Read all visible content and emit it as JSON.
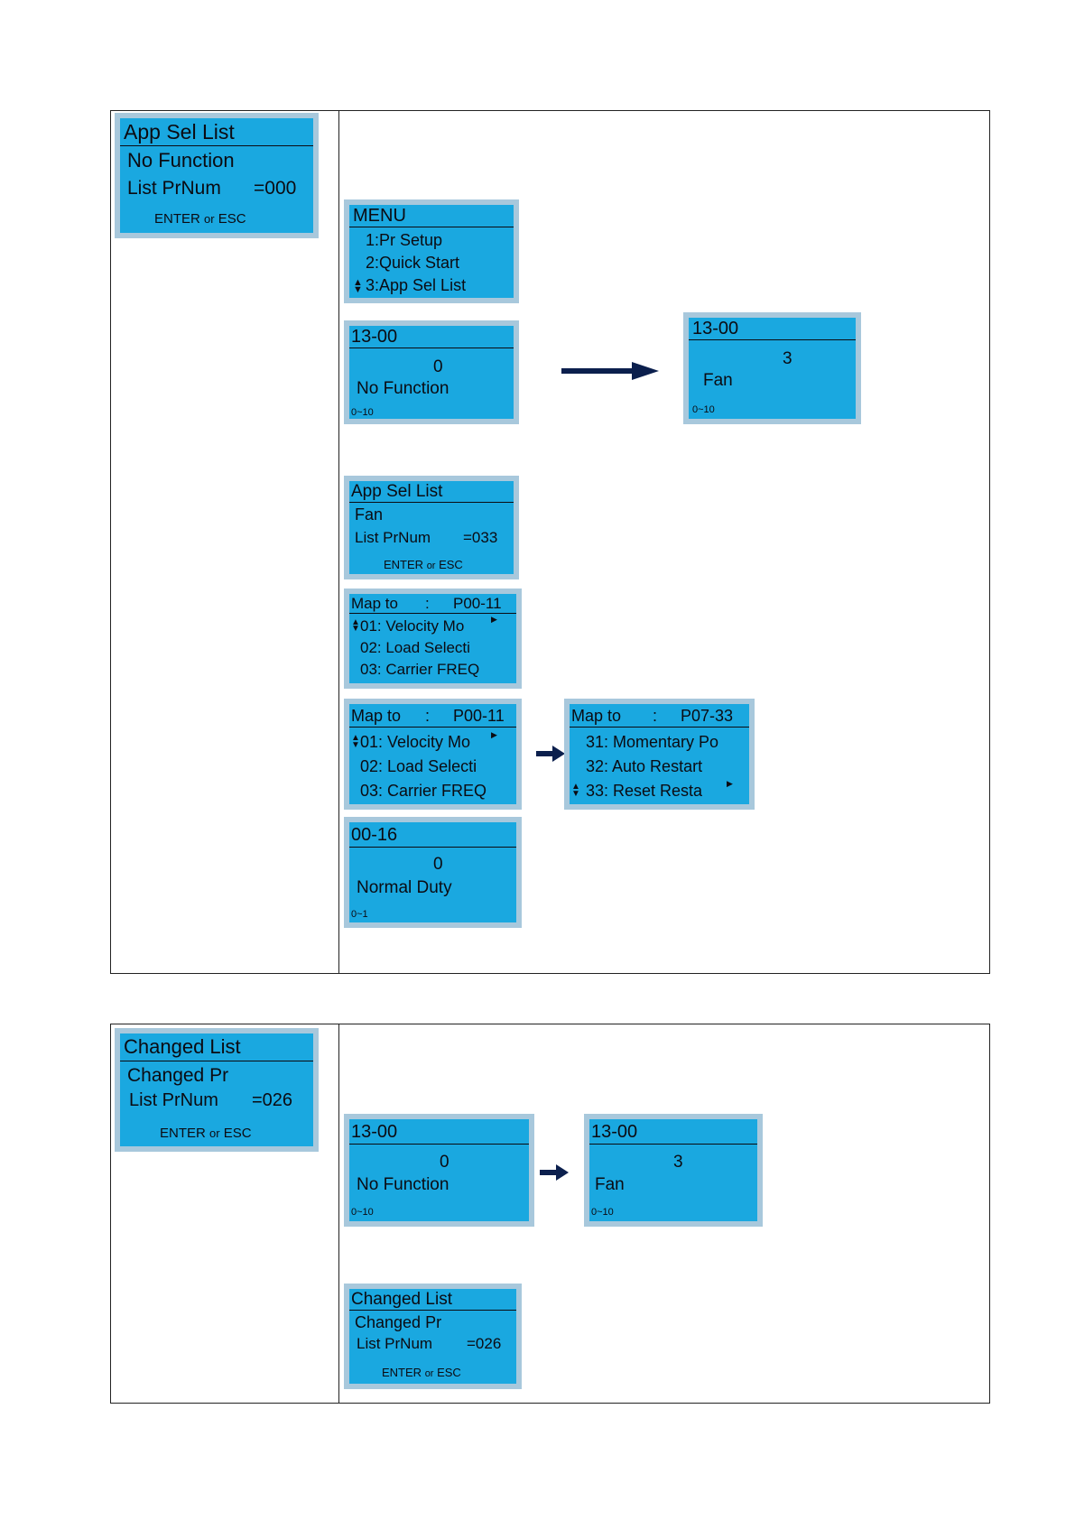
{
  "section_app": {
    "left": {
      "title": "App Sel List",
      "line1": "No Function",
      "line2_label": "List PrNum",
      "line2_value": "=000",
      "footer_enter": "ENTER",
      "footer_or": "or",
      "footer_esc": "ESC"
    },
    "menu": {
      "title": "MENU",
      "item1": "1:Pr Setup",
      "item2": "2:Quick Start",
      "item3": "3:App Sel List"
    },
    "param_before": {
      "code": "13-00",
      "value": "0",
      "text": "No Function",
      "range": "0~10"
    },
    "param_after": {
      "code": "13-00",
      "value": "3",
      "text": "Fan",
      "range": "0~10"
    },
    "app_fan": {
      "title": "App Sel List",
      "line1": "Fan",
      "line2_label": "List PrNum",
      "line2_value": "=033",
      "footer_enter": "ENTER",
      "footer_or": "or",
      "footer_esc": "ESC"
    },
    "map1": {
      "label": "Map to",
      "colon": ":",
      "param": "P00-11",
      "item1": "01: Velocity Mo",
      "item2": "02: Load Selecti",
      "item3": "03: Carrier FREQ"
    },
    "map2": {
      "label": "Map to",
      "colon": ":",
      "param": "P00-11",
      "item1": "01: Velocity Mo",
      "item2": "02: Load Selecti",
      "item3": "03: Carrier FREQ"
    },
    "map3": {
      "label": "Map to",
      "colon": ":",
      "param": "P07-33",
      "item1": "31: Momentary Po",
      "item2": "32: Auto Restart",
      "item3": "33: Reset Resta"
    },
    "param_0016": {
      "code": "00-16",
      "value": "0",
      "text": "Normal Duty",
      "range": "0~1"
    }
  },
  "section_changed": {
    "left": {
      "title": "Changed List",
      "line1": "Changed Pr",
      "line2_label": "List PrNum",
      "line2_value": "=026",
      "footer_enter": "ENTER",
      "footer_or": "or",
      "footer_esc": "ESC"
    },
    "param_before": {
      "code": "13-00",
      "value": "0",
      "text": "No Function",
      "range": "0~10"
    },
    "param_after": {
      "code": "13-00",
      "value": "3",
      "text": "Fan",
      "range": "0~10"
    },
    "changed_result": {
      "title": "Changed List",
      "line1": "Changed Pr",
      "line2_label": "List PrNum",
      "line2_value": "=026",
      "footer_enter": "ENTER",
      "footer_or": "or",
      "footer_esc": "ESC"
    }
  },
  "colors": {
    "lcd_screen": "#1aa8e0",
    "lcd_bezel": "#a8c8dc",
    "arrow": "#0b1f4d"
  },
  "icons": {
    "updown": "up-down-arrow-icon",
    "right_marker": "right-triangle-icon"
  }
}
